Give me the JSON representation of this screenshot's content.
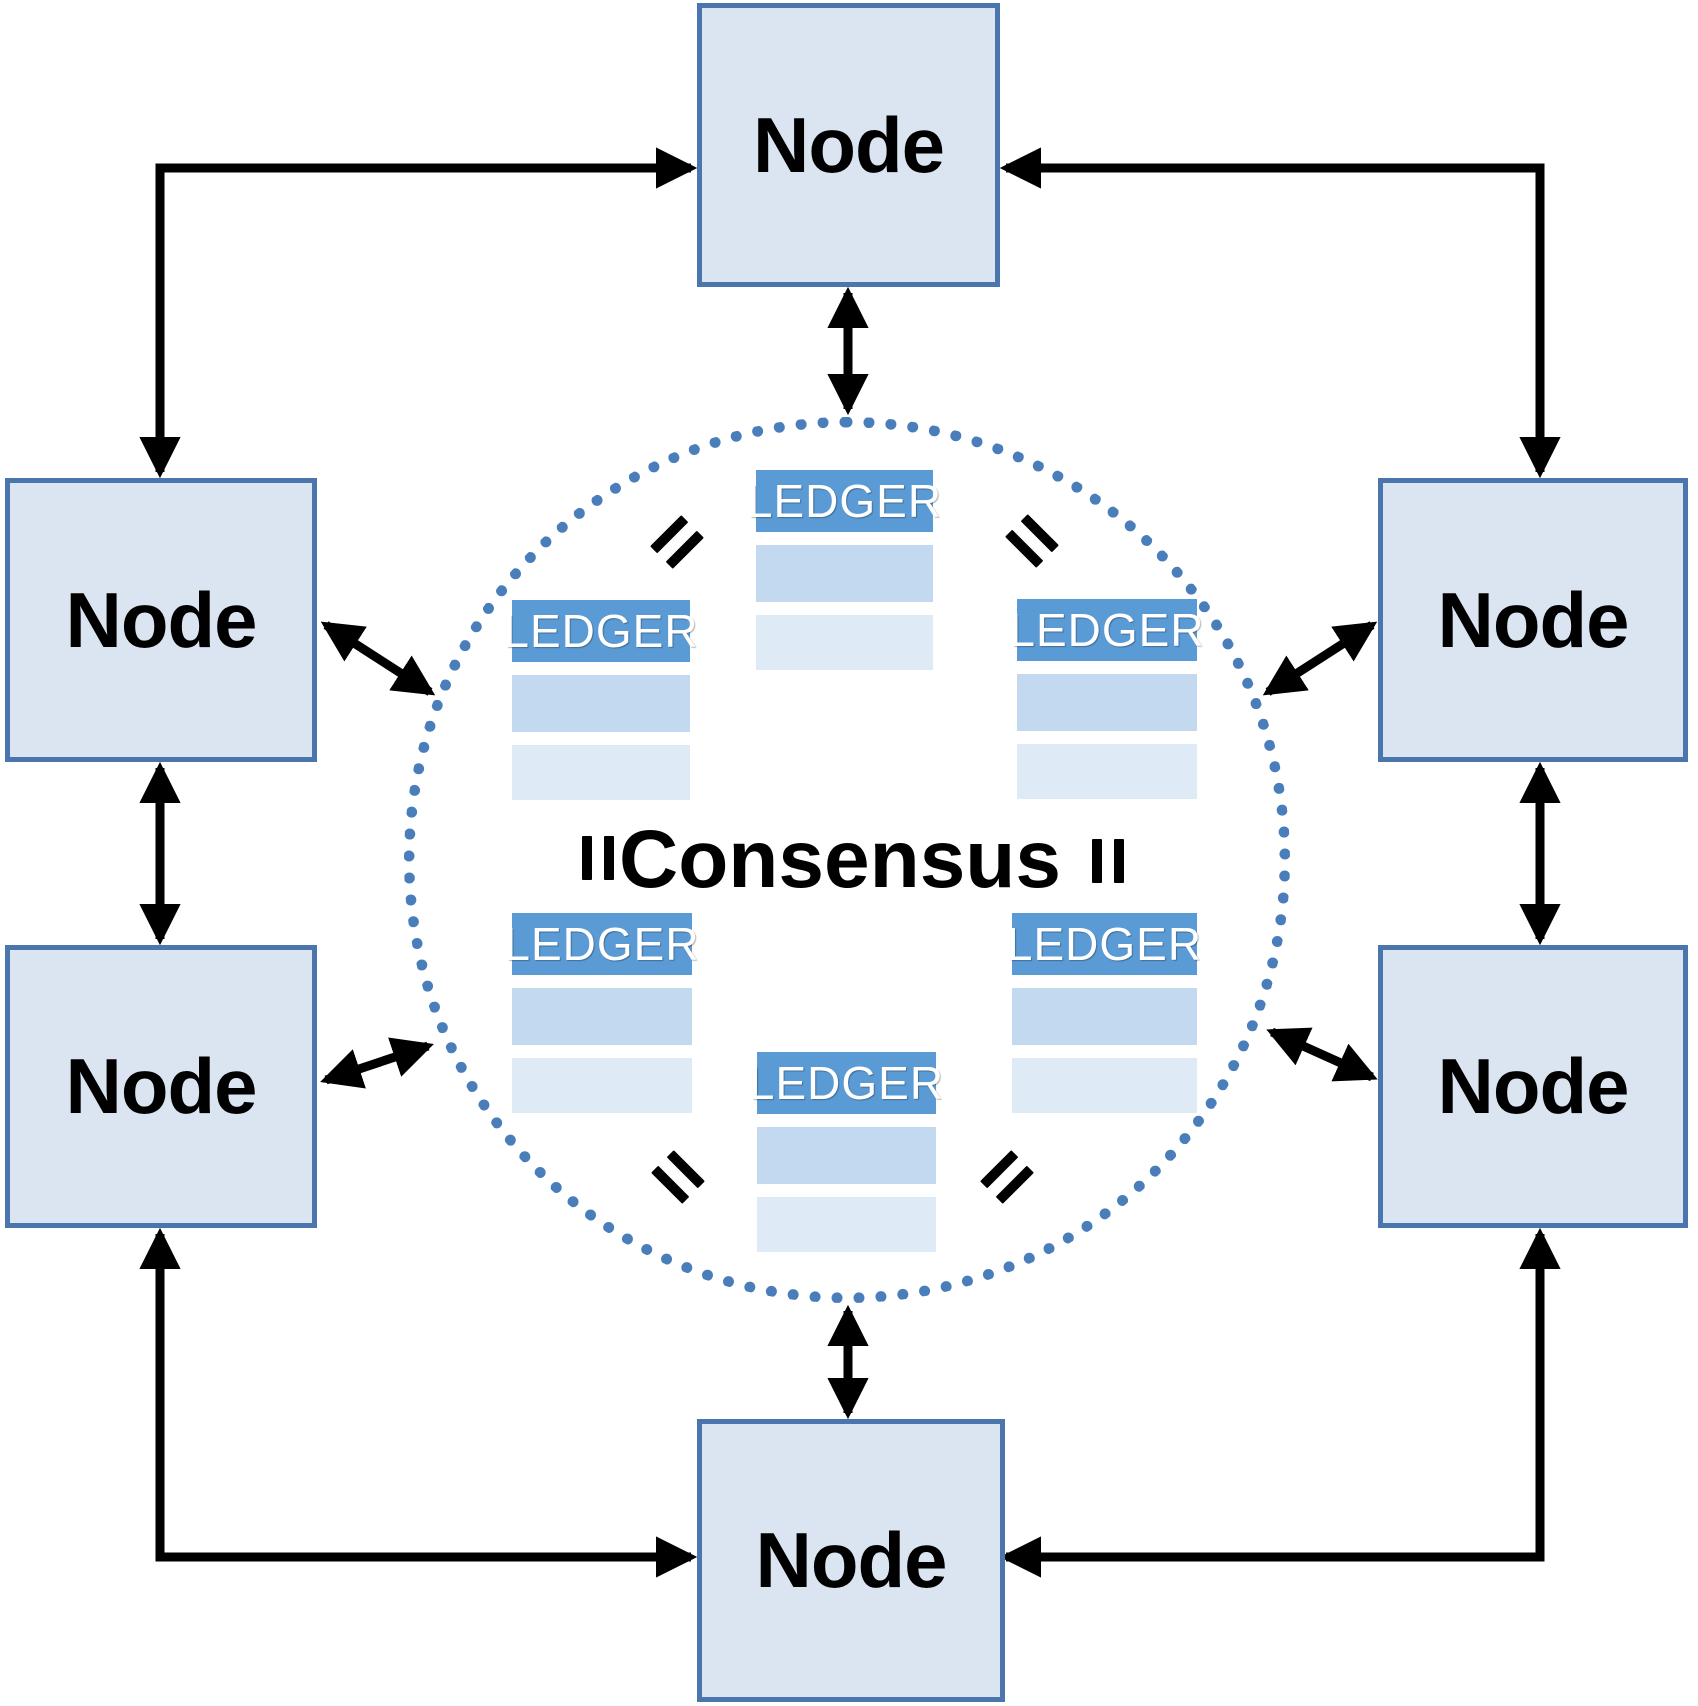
{
  "consensus_label": "Consensus",
  "nodes": [
    {
      "id": "top",
      "label": "Node"
    },
    {
      "id": "left-upper",
      "label": "Node"
    },
    {
      "id": "right-upper",
      "label": "Node"
    },
    {
      "id": "left-lower",
      "label": "Node"
    },
    {
      "id": "right-lower",
      "label": "Node"
    },
    {
      "id": "bottom",
      "label": "Node"
    }
  ],
  "ledgers": [
    {
      "id": "top",
      "label": "LEDGER"
    },
    {
      "id": "upper-left",
      "label": "LEDGER"
    },
    {
      "id": "upper-right",
      "label": "LEDGER"
    },
    {
      "id": "lower-left",
      "label": "LEDGER"
    },
    {
      "id": "lower-right",
      "label": "LEDGER"
    },
    {
      "id": "bottom",
      "label": "LEDGER"
    }
  ],
  "colors": {
    "node_fill": "#dbe5f1",
    "node_border": "#4a76ad",
    "ledger_header": "#5b9bd5",
    "ledger_row1": "#c3d9ef",
    "ledger_row2": "#deeaf6",
    "ledger_text": "#ffffff",
    "circle_dots": "#4a7ebb",
    "arrow": "#000000"
  }
}
